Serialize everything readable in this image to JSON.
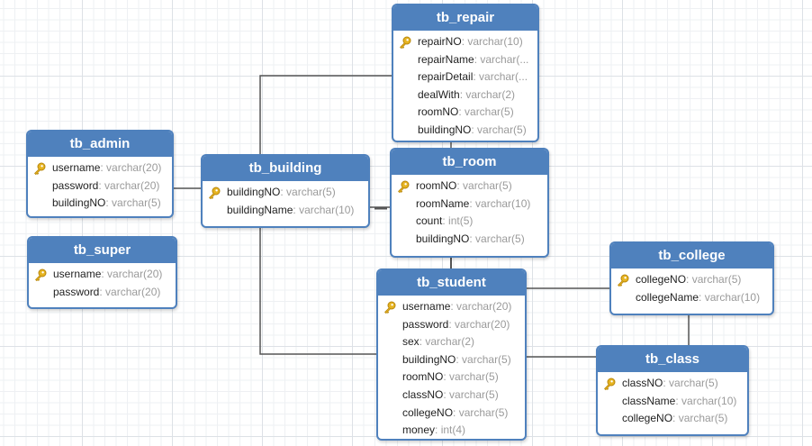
{
  "colors": {
    "header": "#4f81bd",
    "border": "#4f81bd",
    "connector": "#555555",
    "key_icon": "#e6b422"
  },
  "entities": {
    "tb_repair": {
      "title": "tb_repair",
      "fields": [
        {
          "name": "repairNO",
          "type": "varchar(10)",
          "pk": true
        },
        {
          "name": "repairName",
          "type": "varchar(...",
          "pk": false
        },
        {
          "name": "repairDetail",
          "type": "varchar(...",
          "pk": false
        },
        {
          "name": "dealWith",
          "type": "varchar(2)",
          "pk": false
        },
        {
          "name": "roomNO",
          "type": "varchar(5)",
          "pk": false
        },
        {
          "name": "buildingNO",
          "type": "varchar(5)",
          "pk": false
        }
      ]
    },
    "tb_admin": {
      "title": "tb_admin",
      "fields": [
        {
          "name": "username",
          "type": "varchar(20)",
          "pk": true
        },
        {
          "name": "password",
          "type": "varchar(20)",
          "pk": false
        },
        {
          "name": "buildingNO",
          "type": "varchar(5)",
          "pk": false
        }
      ]
    },
    "tb_building": {
      "title": "tb_building",
      "fields": [
        {
          "name": "buildingNO",
          "type": "varchar(5)",
          "pk": true
        },
        {
          "name": "buildingName",
          "type": "varchar(10)",
          "pk": false
        }
      ]
    },
    "tb_room": {
      "title": "tb_room",
      "fields": [
        {
          "name": "roomNO",
          "type": "varchar(5)",
          "pk": true
        },
        {
          "name": "roomName",
          "type": "varchar(10)",
          "pk": false
        },
        {
          "name": "count",
          "type": "int(5)",
          "pk": false
        },
        {
          "name": "buildingNO",
          "type": "varchar(5)",
          "pk": false
        }
      ]
    },
    "tb_super": {
      "title": "tb_super",
      "fields": [
        {
          "name": "username",
          "type": "varchar(20)",
          "pk": true
        },
        {
          "name": "password",
          "type": "varchar(20)",
          "pk": false
        }
      ]
    },
    "tb_college": {
      "title": "tb_college",
      "fields": [
        {
          "name": "collegeNO",
          "type": "varchar(5)",
          "pk": true
        },
        {
          "name": "collegeName",
          "type": "varchar(10)",
          "pk": false
        }
      ]
    },
    "tb_student": {
      "title": "tb_student",
      "fields": [
        {
          "name": "username",
          "type": "varchar(20)",
          "pk": true
        },
        {
          "name": "password",
          "type": "varchar(20)",
          "pk": false
        },
        {
          "name": "sex",
          "type": "varchar(2)",
          "pk": false
        },
        {
          "name": "buildingNO",
          "type": "varchar(5)",
          "pk": false
        },
        {
          "name": "roomNO",
          "type": "varchar(5)",
          "pk": false
        },
        {
          "name": "classNO",
          "type": "varchar(5)",
          "pk": false
        },
        {
          "name": "collegeNO",
          "type": "varchar(5)",
          "pk": false
        },
        {
          "name": "money",
          "type": "int(4)",
          "pk": false
        }
      ]
    },
    "tb_class": {
      "title": "tb_class",
      "fields": [
        {
          "name": "classNO",
          "type": "varchar(5)",
          "pk": true
        },
        {
          "name": "className",
          "type": "varchar(10)",
          "pk": false
        },
        {
          "name": "collegeNO",
          "type": "varchar(5)",
          "pk": false
        }
      ]
    }
  },
  "relations": [
    {
      "from": "tb_admin",
      "to": "tb_building"
    },
    {
      "from": "tb_building",
      "to": "tb_repair"
    },
    {
      "from": "tb_building",
      "to": "tb_room"
    },
    {
      "from": "tb_building",
      "to": "tb_student"
    },
    {
      "from": "tb_repair",
      "to": "tb_room"
    },
    {
      "from": "tb_room",
      "to": "tb_student"
    },
    {
      "from": "tb_student",
      "to": "tb_college"
    },
    {
      "from": "tb_student",
      "to": "tb_class"
    },
    {
      "from": "tb_college",
      "to": "tb_class"
    }
  ]
}
